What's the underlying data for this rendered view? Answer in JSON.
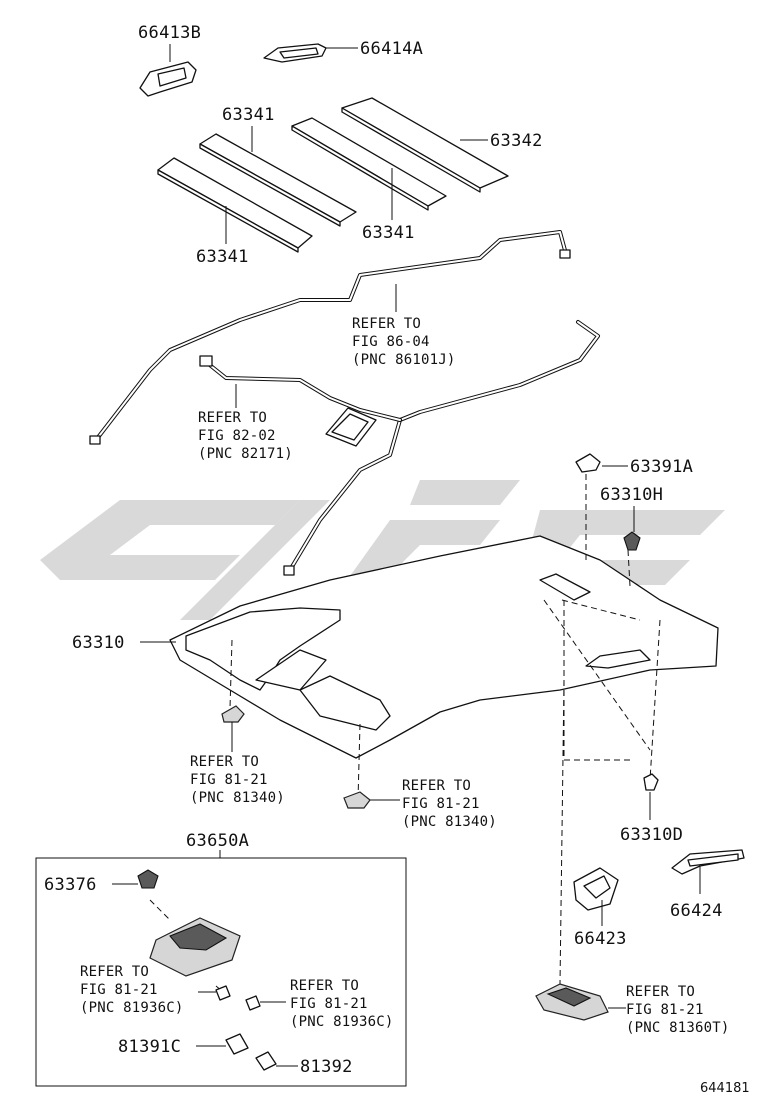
{
  "diagram_id": "644181",
  "watermark": "GPC",
  "callouts": {
    "p66413B": "66413B",
    "p66414A": "66414A",
    "p63341_top": "63341",
    "p63342": "63342",
    "p63341_mid": "63341",
    "p63341_left": "63341",
    "p63391A": "63391A",
    "p63310H": "63310H",
    "p63310": "63310",
    "p63310D": "63310D",
    "p63650A": "63650A",
    "p63376": "63376",
    "p66423": "66423",
    "p66424": "66424",
    "p81391C": "81391C",
    "p81392": "81392"
  },
  "references": {
    "ref_86_04": {
      "line1": "REFER TO",
      "line2": "FIG 86-04",
      "line3": "(PNC 86101J)"
    },
    "ref_82_02": {
      "line1": "REFER TO",
      "line2": "FIG 82-02",
      "line3": "(PNC 82171)"
    },
    "ref_81_21_a": {
      "line1": "REFER TO",
      "line2": "FIG 81-21",
      "line3": "(PNC 81340)"
    },
    "ref_81_21_b": {
      "line1": "REFER TO",
      "line2": "FIG 81-21",
      "line3": "(PNC 81340)"
    },
    "ref_81_21_c": {
      "line1": "REFER TO",
      "line2": "FIG 81-21",
      "line3": "(PNC 81936C)"
    },
    "ref_81_21_d": {
      "line1": "REFER TO",
      "line2": "FIG 81-21",
      "line3": "(PNC 81936C)"
    },
    "ref_81_21_e": {
      "line1": "REFER TO",
      "line2": "FIG 81-21",
      "line3": "(PNC 81360T)"
    }
  }
}
